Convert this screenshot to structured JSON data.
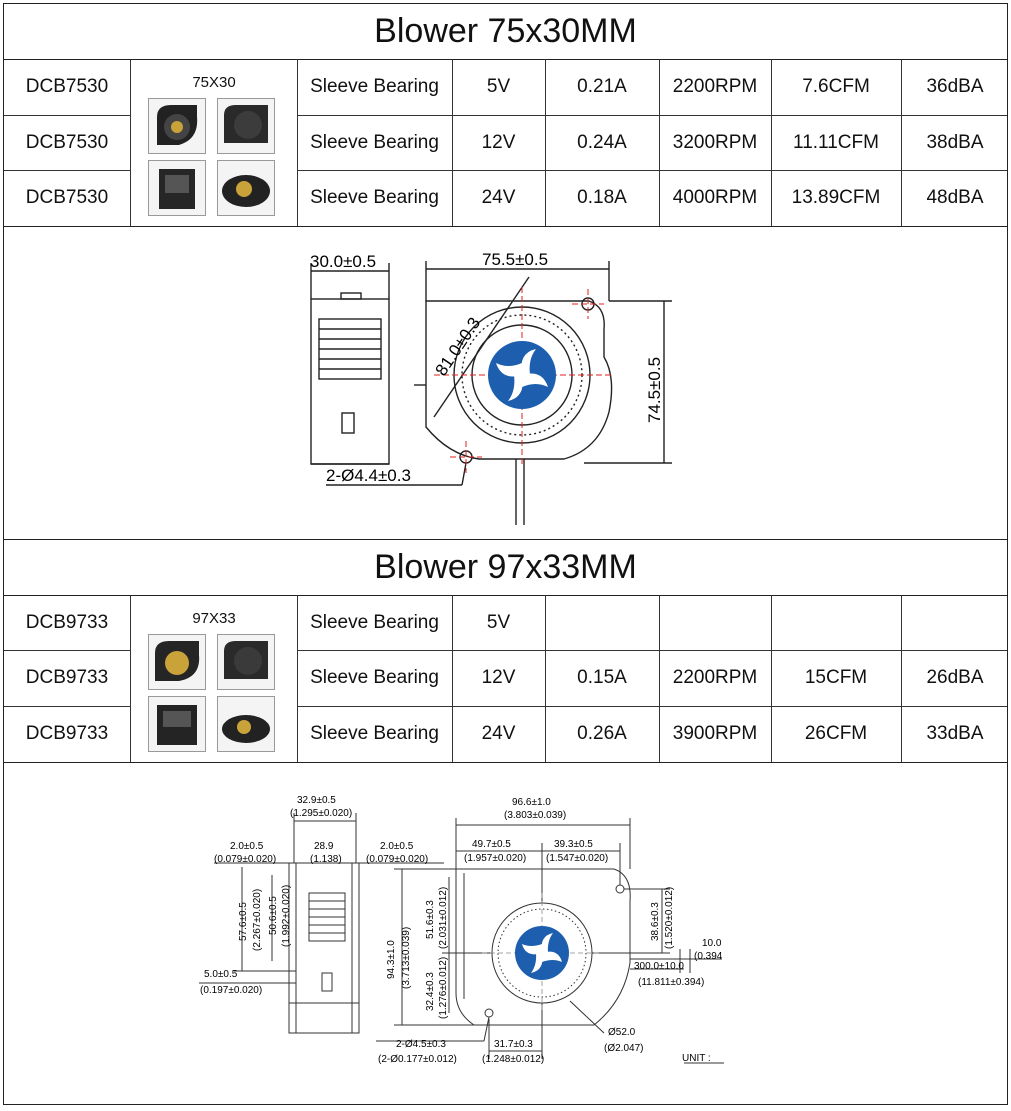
{
  "sections": [
    {
      "title": "Blower 75x30MM",
      "image_caption": "75X30",
      "rows": [
        {
          "model": "DCB7530",
          "bearing": "Sleeve Bearing",
          "voltage": "5V",
          "current": "0.21A",
          "speed": "2200RPM",
          "airflow": "7.6CFM",
          "noise": "36dBA"
        },
        {
          "model": "DCB7530",
          "bearing": "Sleeve Bearing",
          "voltage": "12V",
          "current": "0.24A",
          "speed": "3200RPM",
          "airflow": "11.11CFM",
          "noise": "38dBA"
        },
        {
          "model": "DCB7530",
          "bearing": "Sleeve Bearing",
          "voltage": "24V",
          "current": "0.18A",
          "speed": "4000RPM",
          "airflow": "13.89CFM",
          "noise": "48dBA"
        }
      ],
      "drawing": {
        "dim_thickness": "30.0±0.5",
        "dim_width": "75.5±0.5",
        "dim_diagonal": "81.0±0.3",
        "dim_height": "74.5±0.5",
        "dim_holes": "2-Ø4.4±0.3"
      }
    },
    {
      "title": "Blower 97x33MM",
      "image_caption": "97X33",
      "rows": [
        {
          "model": "DCB9733",
          "bearing": "Sleeve Bearing",
          "voltage": "5V",
          "current": "",
          "speed": "",
          "airflow": "",
          "noise": ""
        },
        {
          "model": "DCB9733",
          "bearing": "Sleeve Bearing",
          "voltage": "12V",
          "current": "0.15A",
          "speed": "2200RPM",
          "airflow": "15CFM",
          "noise": "26dBA"
        },
        {
          "model": "DCB9733",
          "bearing": "Sleeve Bearing",
          "voltage": "24V",
          "current": "0.26A",
          "speed": "3900RPM",
          "airflow": "26CFM",
          "noise": "33dBA"
        }
      ],
      "drawing": {
        "d1a": "32.9±0.5",
        "d1b": "(1.295±0.020)",
        "d2a": "2.0±0.5",
        "d2b": "(0.079±0.020)",
        "d3a": "28.9",
        "d3b": "(1.138)",
        "d4a": "2.0±0.5",
        "d4b": "(0.079±0.020)",
        "d5a": "57.6±0.5",
        "d5b": "(2.267±0.020)",
        "d6a": "50.6±0.5",
        "d6b": "(1.992±0.020)",
        "d7a": "5.0±0.5",
        "d7b": "(0.197±0.020)",
        "d8a": "96.6±1.0",
        "d8b": "(3.803±0.039)",
        "d9a": "49.7±0.5",
        "d9b": "(1.957±0.020)",
        "d10a": "39.3±0.5",
        "d10b": "(1.547±0.020)",
        "d11a": "94.3±1.0",
        "d11b": "(3.713±0.039)",
        "d12a": "51.6±0.3",
        "d12b": "(2.031±0.012)",
        "d13a": "32.4±0.3",
        "d13b": "(1.276±0.012)",
        "d14a": "38.6±0.3",
        "d14b": "(1.520±0.012)",
        "d15a": "10.0",
        "d15b": "(0.394",
        "d16a": "300.0±10.0",
        "d16b": "(11.811±0.394)",
        "d17a": "2-Ø4.5±0.3",
        "d17b": "(2-Ø0.177±0.012)",
        "d18a": "31.7±0.3",
        "d18b": "(1.248±0.012)",
        "d19a": "Ø52.0",
        "d19b": "(Ø2.047)",
        "unit": "UNIT :"
      }
    }
  ]
}
